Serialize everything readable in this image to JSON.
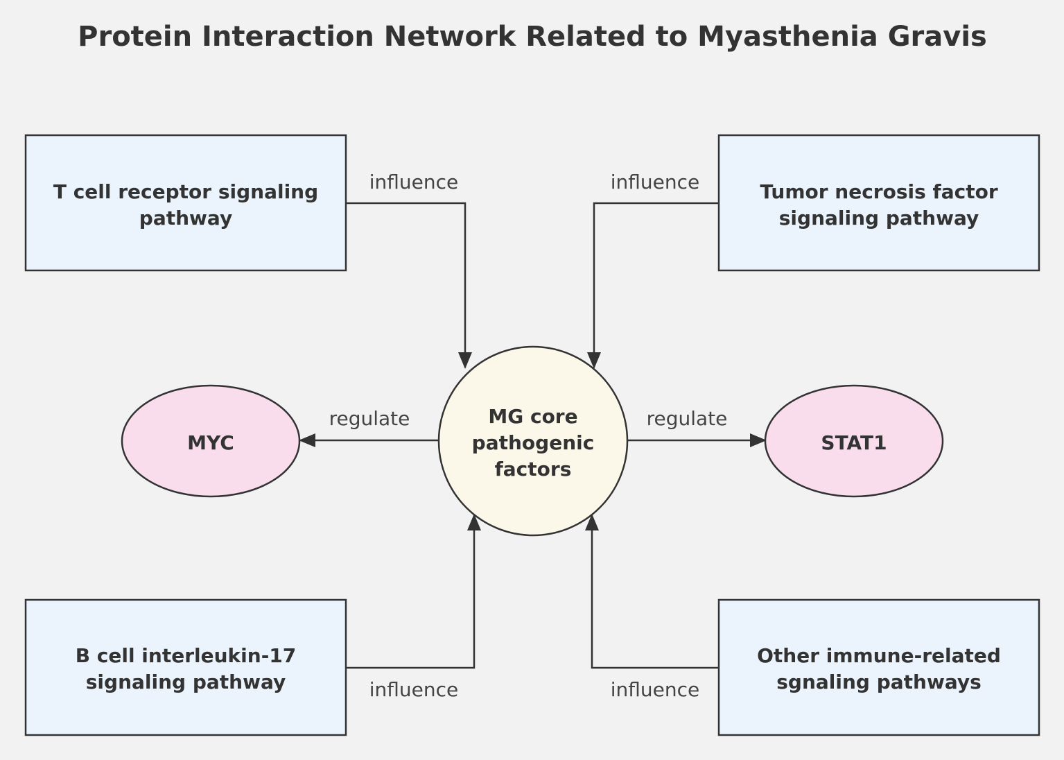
{
  "title": "Protein Interaction Network Related to Myasthenia Gravis",
  "colors": {
    "background": "#f2f2f2",
    "pathway_box_fill": "#ebf3fc",
    "gene_ellipse_fill": "#f9dded",
    "core_circle_fill": "#fbf8ea",
    "stroke": "#333333"
  },
  "nodes": {
    "tcr": {
      "line1": "T cell receptor signaling",
      "line2": "pathway"
    },
    "tnf": {
      "line1": "Tumor necrosis factor",
      "line2": "signaling pathway"
    },
    "bcell": {
      "line1": "B cell interleukin-17",
      "line2": "signaling pathway"
    },
    "other": {
      "line1": "Other immune-related",
      "line2": "sgnaling pathways"
    },
    "core": {
      "line1": "MG core",
      "line2": "pathogenic",
      "line3": "factors"
    },
    "myc": {
      "label": "MYC"
    },
    "stat1": {
      "label": "STAT1"
    }
  },
  "edges": {
    "tcr_to_core": "influence",
    "tnf_to_core": "influence",
    "bcell_to_core": "influence",
    "other_to_core": "influence",
    "core_to_myc": "regulate",
    "core_to_stat1": "regulate"
  }
}
